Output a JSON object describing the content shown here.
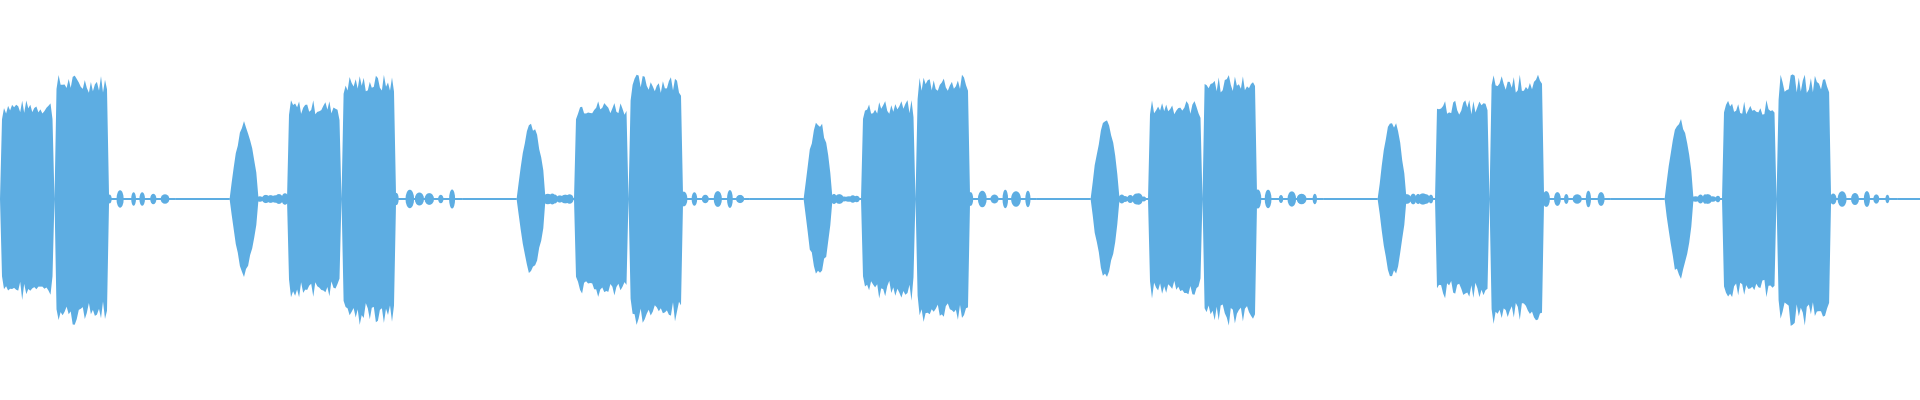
{
  "waveform": {
    "color": "#5dade2",
    "background": "#ffffff",
    "pattern": {
      "period_fraction": 0.14948,
      "repeat_count": 7,
      "segments": [
        {
          "kind": "loud-burst",
          "start": 0.0,
          "end": 0.19,
          "amplitude": 0.62
        },
        {
          "kind": "loud-burst",
          "start": 0.19,
          "end": 0.38,
          "amplitude": 0.78
        },
        {
          "kind": "speckle",
          "start": 0.38,
          "end": 0.61,
          "amplitude": 0.05
        },
        {
          "kind": "silence-line",
          "start": 0.61,
          "end": 0.8,
          "amplitude": 0.01
        },
        {
          "kind": "soft-burst",
          "start": 0.8,
          "end": 0.9,
          "amplitude": 0.6
        },
        {
          "kind": "speckle",
          "start": 0.9,
          "end": 1.0,
          "amplitude": 0.03
        }
      ]
    }
  }
}
